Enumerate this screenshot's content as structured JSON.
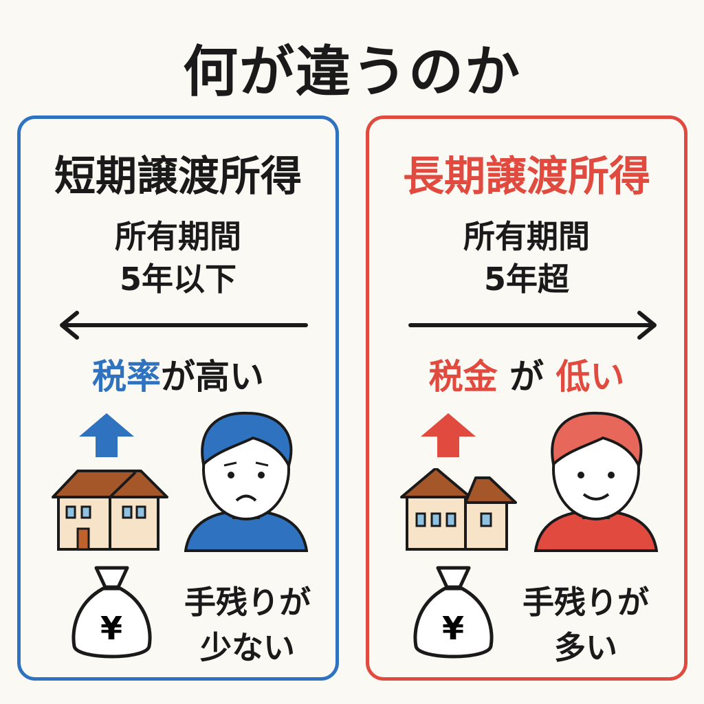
{
  "title": "何が違うのか",
  "colors": {
    "short": "#2f73c0",
    "long": "#e04a3f",
    "background": "#fbf9f3"
  },
  "short": {
    "heading": "短期譲渡所得",
    "period_label": "所有期間",
    "period_value": "5年以下",
    "effect_highlight": "税率",
    "effect_rest": "が高い",
    "remain_line1": "手残りが",
    "remain_line2": "少ない",
    "bag_symbol": "¥"
  },
  "long": {
    "heading": "長期譲渡所得",
    "period_label": "所有期間",
    "period_value": "5年超",
    "effect_highlight1": "税金",
    "effect_mid": " が ",
    "effect_highlight2": "低い",
    "remain_line1": "手残りが",
    "remain_line2": "多い",
    "bag_symbol": "¥"
  }
}
